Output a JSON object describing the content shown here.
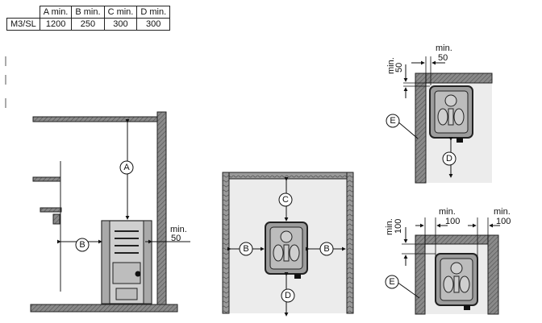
{
  "table": {
    "headers": [
      "",
      "A min.",
      "B min.",
      "C min.",
      "D min."
    ],
    "rows": [
      {
        "model": "M3/SL",
        "values": [
          "1200",
          "250",
          "300",
          "300"
        ]
      }
    ]
  },
  "labels": {
    "A": "A",
    "B": "B",
    "C": "C",
    "D": "D",
    "E": "E",
    "min_50": "min.\n50",
    "min": "min.",
    "v50": "50",
    "v100": "100"
  }
}
